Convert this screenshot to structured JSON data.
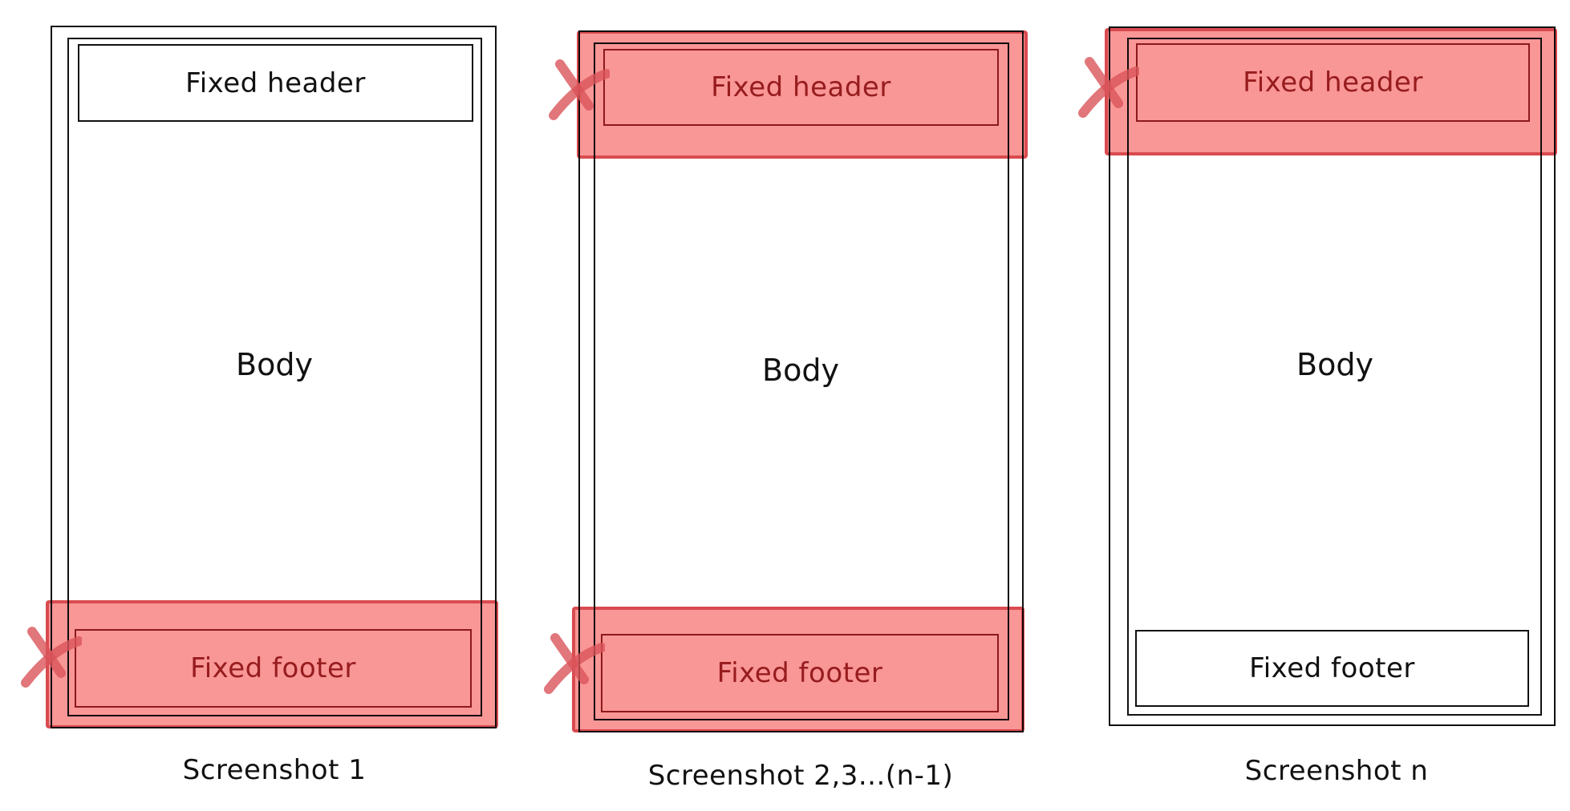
{
  "diagram": {
    "colors": {
      "stroke": "#111111",
      "highlight_fill": "#F99595",
      "highlight_border": "#D9545A",
      "crossed_text": "#9B2F33",
      "x_mark": "#D9545A"
    },
    "panels": [
      {
        "header_label": "Fixed header",
        "body_label": "Body",
        "footer_label": "Fixed footer",
        "caption": "Screenshot 1",
        "header_excluded": false,
        "footer_excluded": true
      },
      {
        "header_label": "Fixed header",
        "body_label": "Body",
        "footer_label": "Fixed footer",
        "caption": "Screenshot 2,3...(n-1)",
        "header_excluded": true,
        "footer_excluded": true
      },
      {
        "header_label": "Fixed header",
        "body_label": "Body",
        "footer_label": "Fixed footer",
        "caption": "Screenshot n",
        "header_excluded": true,
        "footer_excluded": false
      }
    ]
  }
}
